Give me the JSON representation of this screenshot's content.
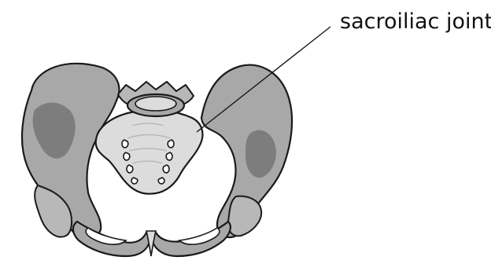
{
  "diagram": {
    "subject": "pelvis",
    "labels": [
      {
        "id": "sacroiliac-joint",
        "text": "sacroiliac joint"
      }
    ]
  },
  "colors": {
    "bone_fill": "#a8a8a8",
    "bone_dark": "#7d7d7d",
    "bone_light": "#d4d4d4",
    "sacrum_fill": "#dcdcdc",
    "outline": "#1a1a1a",
    "background": "#ffffff"
  }
}
